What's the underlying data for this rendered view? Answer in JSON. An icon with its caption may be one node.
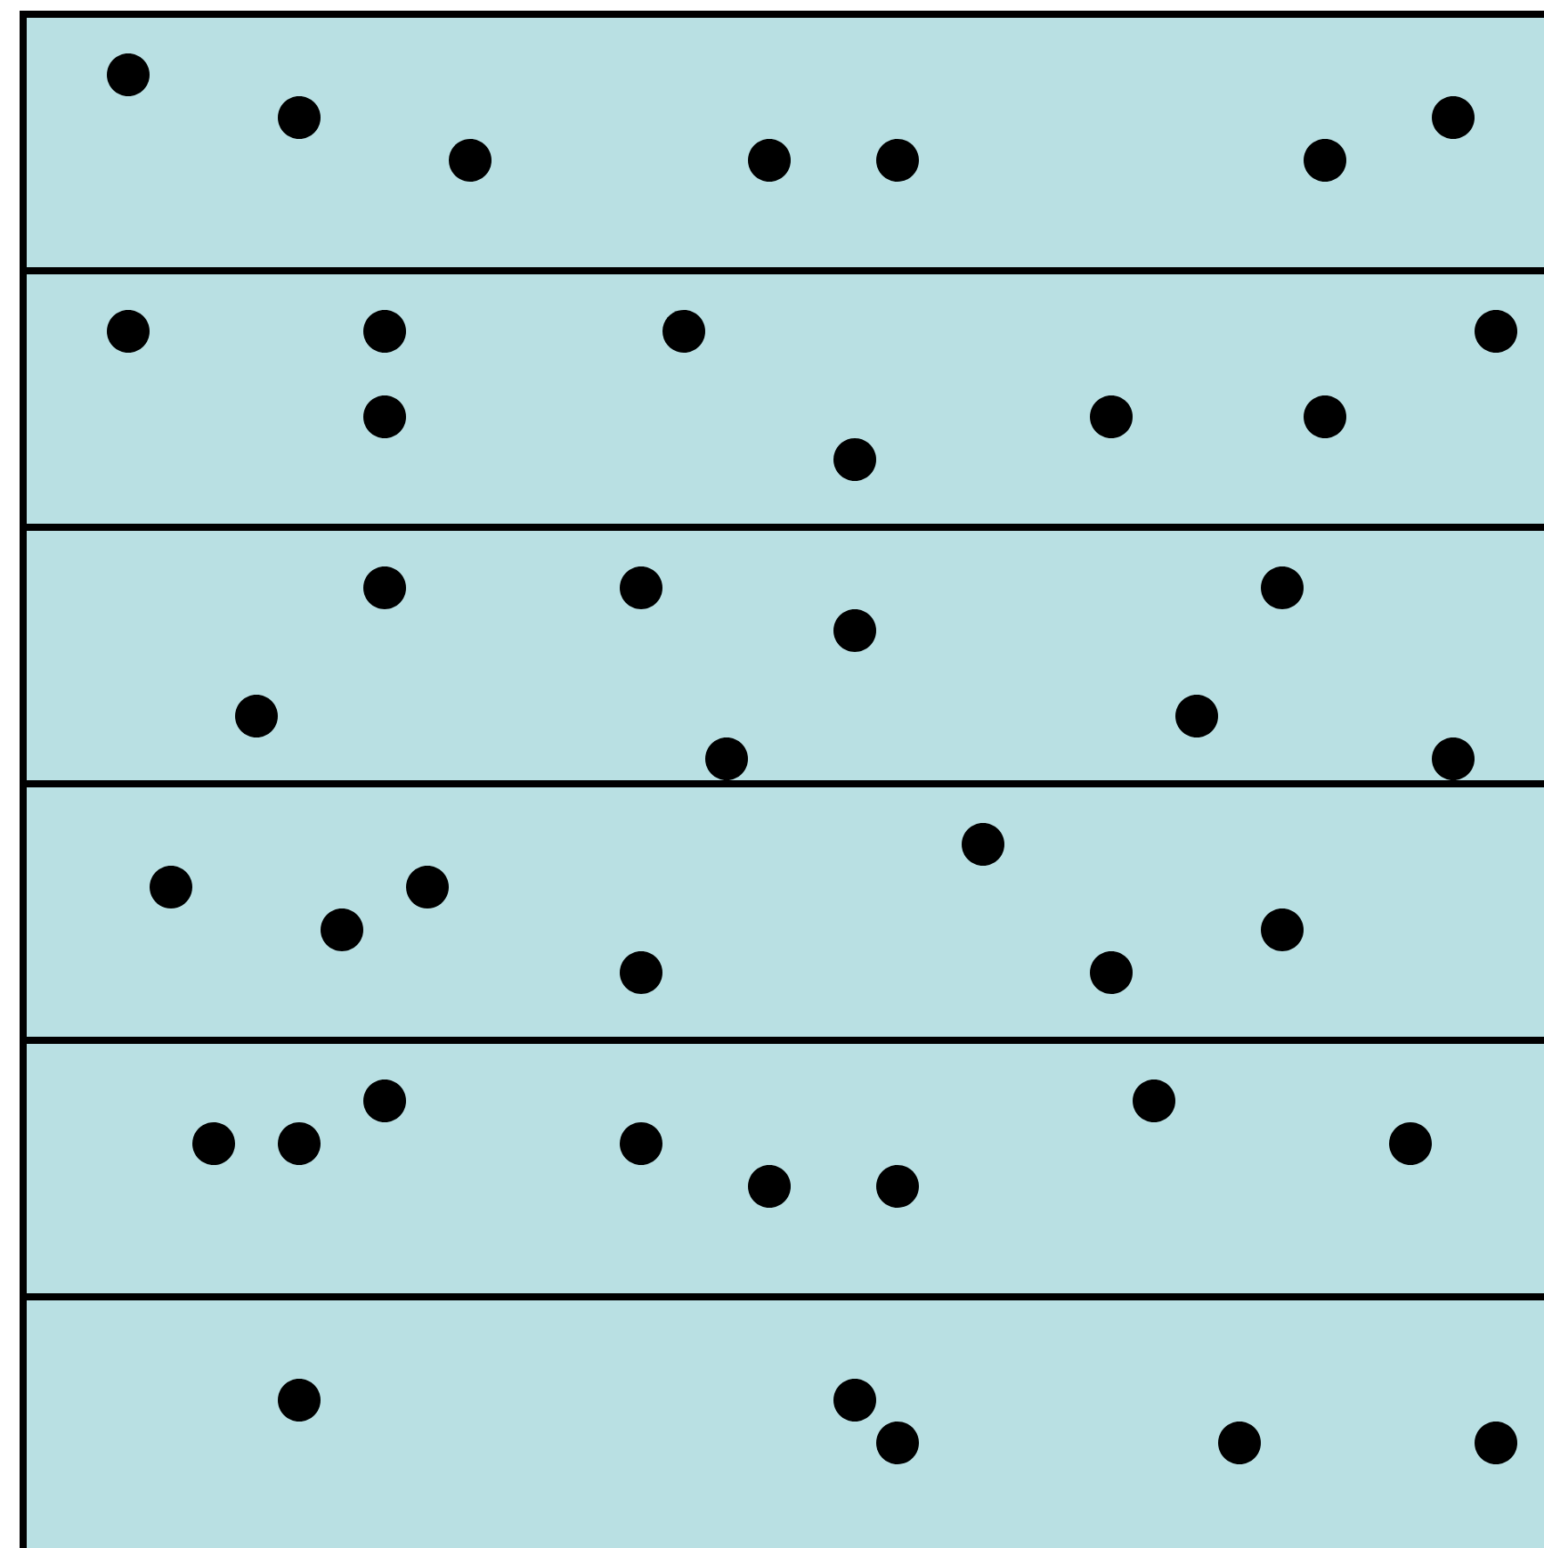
{
  "diagram": {
    "nodes": [
      {
        "text": [],
        "shape": "box"
      },
      {
        "text": [],
        "shape": "circle",
        "in": 0
      },
      {
        "text": [],
        "shape": "circle",
        "in": 0
      },
      {
        "text": [],
        "shape": "circle",
        "in": 0
      },
      {
        "text": [],
        "shape": "circle",
        "in": 0
      },
      {
        "text": [],
        "shape": "circle",
        "in": 0
      },
      {
        "text": [],
        "shape": "circle",
        "in": 0
      },
      {
        "text": [],
        "shape": "circle",
        "in": 0
      },
      {
        "text": [],
        "shape": "box"
      },
      {
        "text": [],
        "shape": "circle",
        "in": 8
      },
      {
        "text": [],
        "shape": "circle",
        "in": 8
      },
      {
        "text": [],
        "shape": "circle",
        "in": 8
      },
      {
        "text": [],
        "shape": "circle",
        "in": 8
      },
      {
        "text": [],
        "shape": "circle",
        "in": 8
      },
      {
        "text": [],
        "shape": "circle",
        "in": 8
      },
      {
        "text": [],
        "shape": "circle",
        "in": 8
      },
      {
        "text": [],
        "shape": "circle",
        "in": 8
      },
      {
        "text": [],
        "shape": "box"
      },
      {
        "text": [],
        "shape": "circle",
        "in": 17
      },
      {
        "text": [],
        "shape": "circle",
        "in": 17
      },
      {
        "text": [],
        "shape": "circle",
        "in": 17
      },
      {
        "text": [],
        "shape": "circle",
        "in": 17
      },
      {
        "text": [],
        "shape": "circle",
        "in": 17
      },
      {
        "text": [],
        "shape": "circle",
        "in": 17
      },
      {
        "text": [],
        "shape": "circle",
        "in": 17
      },
      {
        "text": [],
        "shape": "circle",
        "in": 17
      },
      {
        "text": [],
        "shape": "box"
      },
      {
        "text": [],
        "shape": "circle",
        "in": 26
      },
      {
        "text": [],
        "shape": "circle",
        "in": 26
      },
      {
        "text": [],
        "shape": "circle",
        "in": 26
      },
      {
        "text": [],
        "shape": "circle",
        "in": 26
      },
      {
        "text": [],
        "shape": "circle",
        "in": 26
      },
      {
        "text": [],
        "shape": "circle",
        "in": 26
      },
      {
        "text": [],
        "shape": "circle",
        "in": 26
      },
      {
        "text": [],
        "shape": "box"
      },
      {
        "text": [],
        "shape": "circle",
        "in": 34
      },
      {
        "text": [],
        "shape": "circle",
        "in": 34
      },
      {
        "text": [],
        "shape": "circle",
        "in": 34
      },
      {
        "text": [],
        "shape": "circle",
        "in": 34
      },
      {
        "text": [],
        "shape": "circle",
        "in": 34
      },
      {
        "text": [],
        "shape": "circle",
        "in": 34
      },
      {
        "text": [],
        "shape": "circle",
        "in": 34
      },
      {
        "text": [],
        "shape": "circle",
        "in": 34
      },
      {
        "text": [],
        "shape": "box"
      },
      {
        "text": [],
        "shape": "circle",
        "in": 43
      },
      {
        "text": [],
        "shape": "circle",
        "in": 43
      },
      {
        "text": [],
        "shape": "circle",
        "in": 43
      },
      {
        "text": [],
        "shape": "circle",
        "in": 43
      },
      {
        "text": [],
        "shape": "circle",
        "in": 43
      }
    ]
  }
}
